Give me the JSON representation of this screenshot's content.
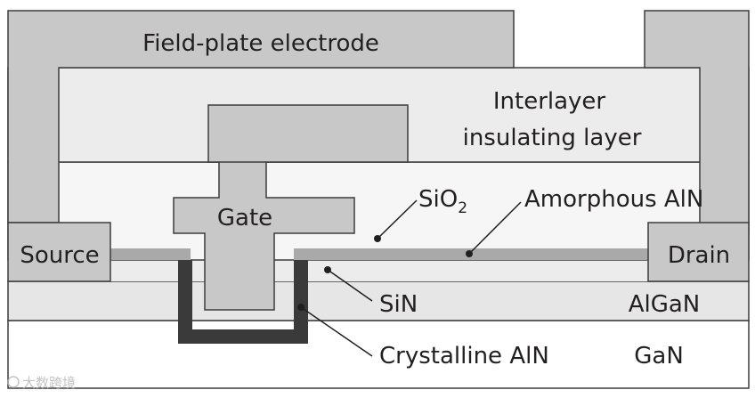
{
  "labels": {
    "field_plate": "Field-plate electrode",
    "interlayer_line1": "Interlayer",
    "interlayer_line2": "insulating layer",
    "gate": "Gate",
    "source": "Source",
    "drain": "Drain",
    "sio2_base": "SiO",
    "sio2_sub": "2",
    "amorphous_aln": "Amorphous AlN",
    "sin": "SiN",
    "algan": "AlGaN",
    "crystalline_aln": "Crystalline AlN",
    "gan": "GaN"
  },
  "watermark": "大数跨境",
  "colors": {
    "electrode": "#c8c8c8",
    "interlayer": "#ececec",
    "sio2_layer": "#f6f6f6",
    "amorphous_aln": "#a9a9a9",
    "algan": "#e6e6e6",
    "gan": "#ffffff",
    "crystalline_aln": "#3a3a3a",
    "outline": "#3c3c3c"
  }
}
